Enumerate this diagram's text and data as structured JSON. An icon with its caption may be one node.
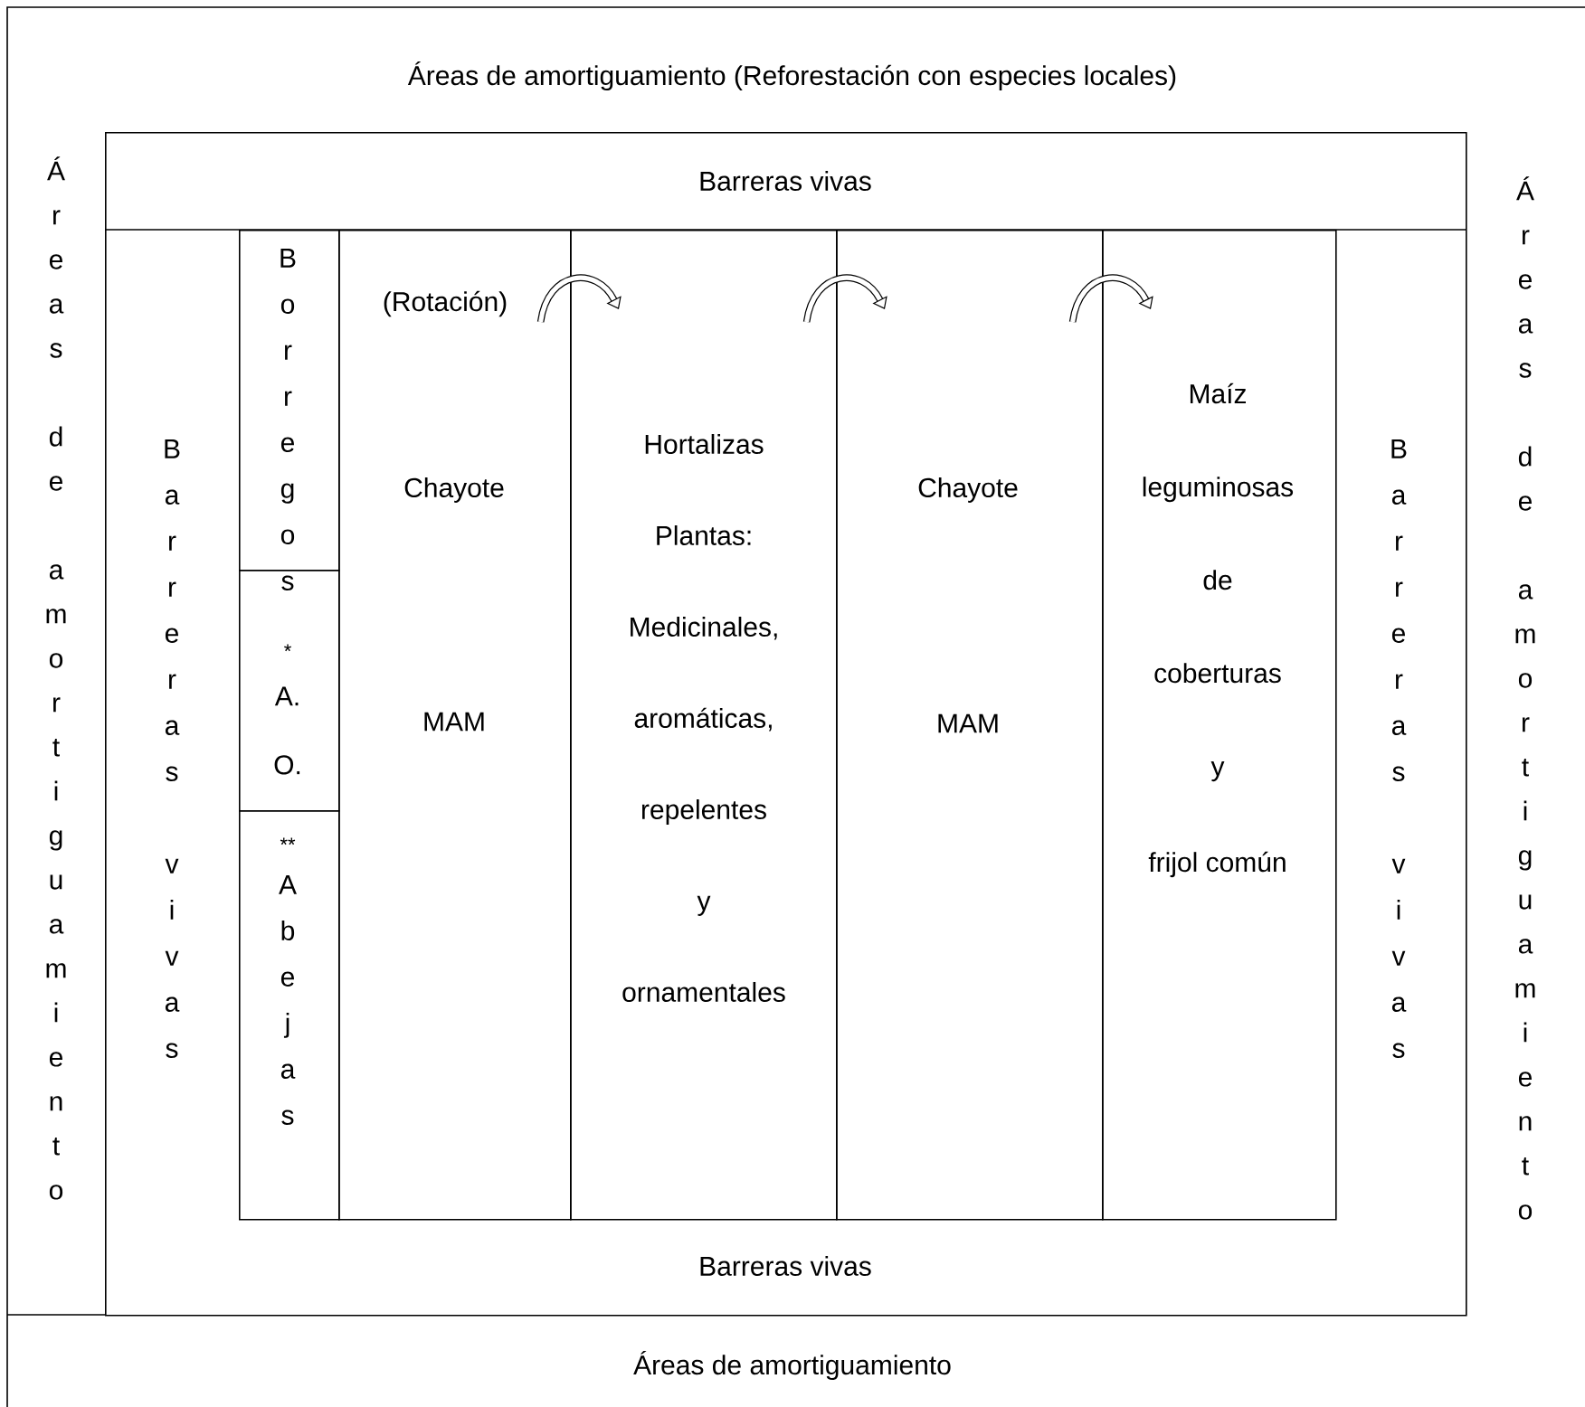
{
  "diagram": {
    "nodes": [
      {
        "text": [
          "Áreas de amortiguamiento (Reforestación con especies locales)",
          "Áreas de amortiguamiento",
          "Áreas de amortiguamiento",
          "Áreas de amortiguamiento"
        ]
      },
      {
        "text": [
          "Barreras vivas",
          "Barreras vivas"
        ],
        "in": 0
      },
      {
        "text": [
          "Barreras vivas"
        ],
        "in": 1
      },
      {
        "text": [
          "Borregos"
        ],
        "in": 1
      },
      {
        "text": [
          "*",
          "A. O."
        ],
        "in": 1
      },
      {
        "text": [
          "**",
          "Abejas"
        ],
        "in": 1
      },
      {
        "text": [
          "Chayote",
          "MAM"
        ],
        "in": 1
      },
      {
        "text": [
          "Hortalizas Plantas: Medicinales, aromáticas, repelentes y ornamentales"
        ],
        "in": 1
      },
      {
        "text": [
          "Chayote",
          "MAM"
        ],
        "in": 1
      },
      {
        "text": [
          "Maíz leguminosas de coberturas y",
          "frijol común"
        ],
        "in": 1
      },
      {
        "text": [
          "Barreras vivas"
        ],
        "in": 1
      }
    ],
    "edges": [
      {
        "from": 6,
        "to": 7,
        "arrow": "to"
      },
      {
        "from": 7,
        "to": 8,
        "arrow": "to"
      },
      {
        "from": 8,
        "to": 9,
        "arrow": "to"
      }
    ],
    "labels": [
      "(Rotación)"
    ]
  }
}
